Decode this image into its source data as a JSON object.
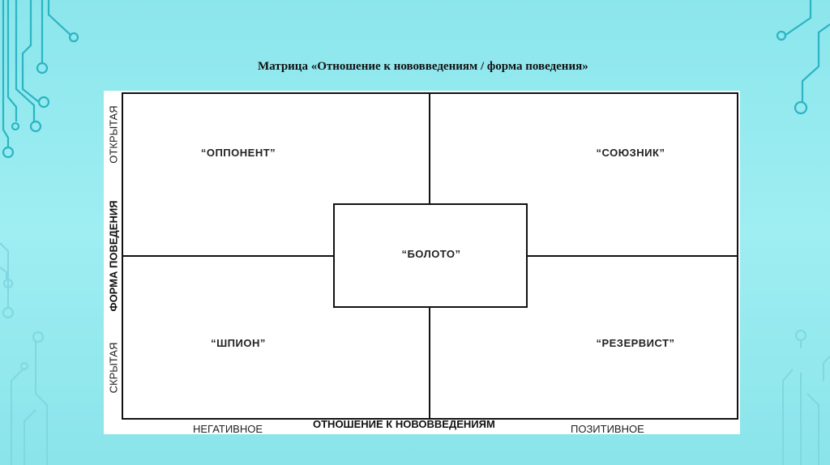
{
  "slide": {
    "title": "Матрица «Отношение к нововведениям / форма поведения»"
  },
  "diagram": {
    "quadrants": {
      "top_left": "“ОППОНЕНТ”",
      "top_right": "“СОЮЗНИК”",
      "center": "“БОЛОТО”",
      "bottom_left": "“ШПИОН”",
      "bottom_right": "“РЕЗЕРВИСТ”"
    },
    "y_axis": {
      "title": "ФОРМА ПОВЕДЕНИЯ",
      "top": "ОТКРЫТАЯ",
      "bottom": "СКРЫТАЯ"
    },
    "x_axis": {
      "title": "ОТНОШЕНИЕ К НОВОВВЕДЕНИЯМ",
      "left": "НЕГАТИВНОЕ",
      "right": "ПОЗИТИВНОЕ"
    }
  },
  "colors": {
    "background": "#9eeef2",
    "circuit": "#2fb9c9",
    "frame": "#111111"
  }
}
